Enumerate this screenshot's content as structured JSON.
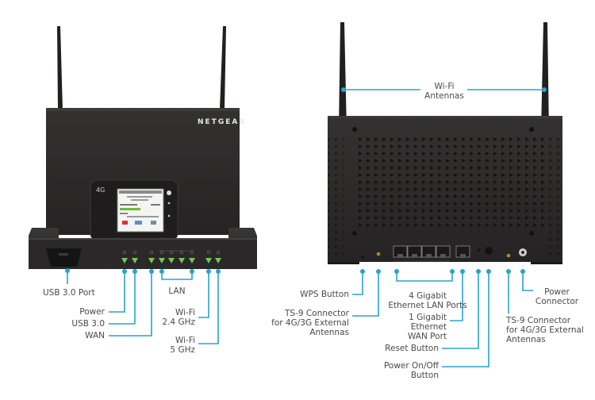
{
  "figure": {
    "type": "product-callout-diagram",
    "accent_color": "#2aa3c9",
    "device_color": "#2b2929"
  },
  "front_view": {
    "brand": "NETGEAR",
    "modem_badge": "4G",
    "callouts": [
      {
        "id": "usb-port",
        "label": "USB 3.0 Port"
      },
      {
        "id": "power-led",
        "label": "Power"
      },
      {
        "id": "usb-led",
        "label": "USB 3.0"
      },
      {
        "id": "wan-led",
        "label": "WAN"
      },
      {
        "id": "lan-leds",
        "label": "LAN"
      },
      {
        "id": "wifi24-led",
        "label": "Wi-Fi\n2.4 GHz"
      },
      {
        "id": "wifi5-led",
        "label": "Wi-Fi\n5 GHz"
      }
    ]
  },
  "back_view": {
    "callouts": [
      {
        "id": "wifi-antennas",
        "label": "Wi-Fi\nAntennas"
      },
      {
        "id": "wps-button",
        "label": "WPS Button"
      },
      {
        "id": "ts9-left",
        "label": "TS-9 Connector\nfor 4G/3G External\nAntennas"
      },
      {
        "id": "lan-ports",
        "label": "4 Gigabit\nEthernet LAN Ports"
      },
      {
        "id": "wan-port",
        "label": "1 Gigabit\nEthernet\nWAN Port"
      },
      {
        "id": "reset-button",
        "label": "Reset Button"
      },
      {
        "id": "power-switch",
        "label": "Power On/Off\nButton"
      },
      {
        "id": "ts9-right",
        "label": "TS-9 Connector\nfor 4G/3G External\nAntennas"
      },
      {
        "id": "power-connector",
        "label": "Power\nConnector"
      }
    ]
  }
}
